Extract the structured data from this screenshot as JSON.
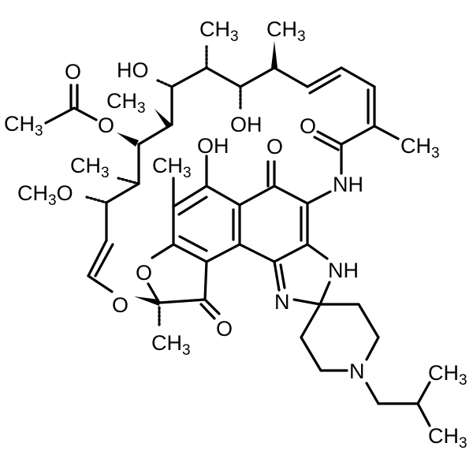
{
  "diagram": {
    "type": "chemical-structure",
    "compound": "Rifabutin",
    "background": "#ffffff",
    "line_color": "#000000",
    "labels": {
      "acetyl_O": "O",
      "acetyl_CH3": "CH",
      "acetyl_CH3_sub": "3",
      "ester_O": "O",
      "HO_top": "HO",
      "CH3_top": "CH",
      "CH3_top_sub": "3",
      "CH3_top2": "CH",
      "CH3_top2_sub": "3",
      "CH3_mid": "CH",
      "CH3_mid_sub": "3",
      "OH_mid": "OH",
      "amide_O": "O",
      "CH3_right": "CH",
      "CH3_right_sub": "3",
      "NH_amide": "NH",
      "CH3_left": "CH",
      "CH3_left_sub": "3",
      "CH3_ring": "CH",
      "CH3_ring_sub": "3",
      "OH_ring": "OH",
      "quinone_O": "O",
      "methoxy_CH3": "CH",
      "methoxy_sub": "3",
      "methoxy_O": "O",
      "furan_O": "O",
      "ether_O": "O",
      "ketone_O": "O",
      "CH3_bottom": "CH",
      "CH3_bottom_sub": "3",
      "NH_imid": "NH",
      "N_imid": "N",
      "N_pip": "N",
      "CH3_ib1": "CH",
      "CH3_ib1_sub": "3",
      "CH3_ib2": "CH",
      "CH3_ib2_sub": "3"
    }
  }
}
